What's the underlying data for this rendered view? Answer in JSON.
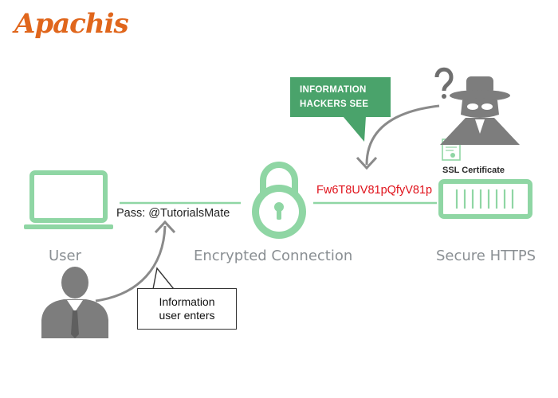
{
  "logo": {
    "text": "Apachis",
    "color": "#e0661c"
  },
  "nodes": {
    "user": "User",
    "encrypted": "Encrypted Connection",
    "secure": "Secure HTTPS"
  },
  "password_text": "Pass: @TutorialsMate",
  "cipher_text": "Fw6T8UV81pQfyV81p",
  "ssl_label": "SSL Certificate",
  "hackers_box": {
    "line1": "INFORMATION",
    "line2": "HACKERS SEE"
  },
  "user_callout": {
    "line1": "Information",
    "line2": "user enters"
  },
  "colors": {
    "green": "#8fd6a4",
    "green_box": "#4aa36b",
    "person": "#7d7d7d",
    "cipher": "#e0111a",
    "label": "#8a8f93"
  },
  "icons": [
    "laptop-icon",
    "lock-icon",
    "server-icon",
    "certificate-icon",
    "hacker-icon",
    "question-mark-icon",
    "user-person-icon"
  ]
}
